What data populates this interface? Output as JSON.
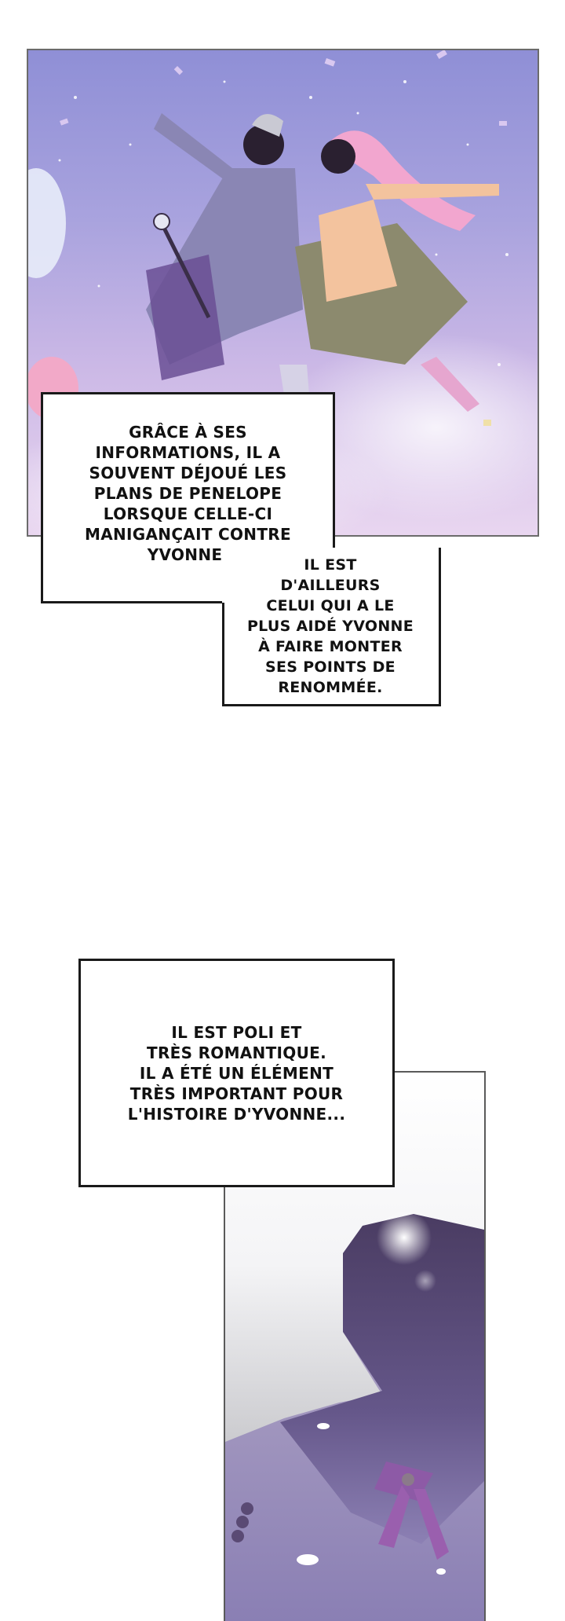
{
  "panels": [
    {
      "name": "dancing-couple-panel",
      "colors": {
        "sky": "#a9a3de",
        "accent": "#7c5fa8"
      }
    },
    {
      "name": "silhouette-man-panel",
      "colors": {
        "figure": "#5b4a78",
        "bow": "#9a5fae"
      }
    }
  ],
  "captions": {
    "caption1": "Grâce à ses informations, il a souvent déjoué les plans de Penelope lorsque celle-ci manigançait contre Yvonne.",
    "caption1_lines": [
      "Grâce à ses",
      "informations, il a",
      "souvent déjoué les",
      "plans de Penelope",
      "lorsque celle-ci",
      "manigançait contre",
      "Yvonne."
    ],
    "caption2_lines": [
      "Il est",
      "d'ailleurs",
      "celui qui a le",
      "plus aidé Yvonne",
      "à faire monter",
      "ses points de",
      "renommée."
    ],
    "caption3_lines": [
      "Il est poli et",
      "très romantique.",
      "Il a été un élément",
      "très important pour",
      "l'histoire d'Yvonne..."
    ]
  }
}
